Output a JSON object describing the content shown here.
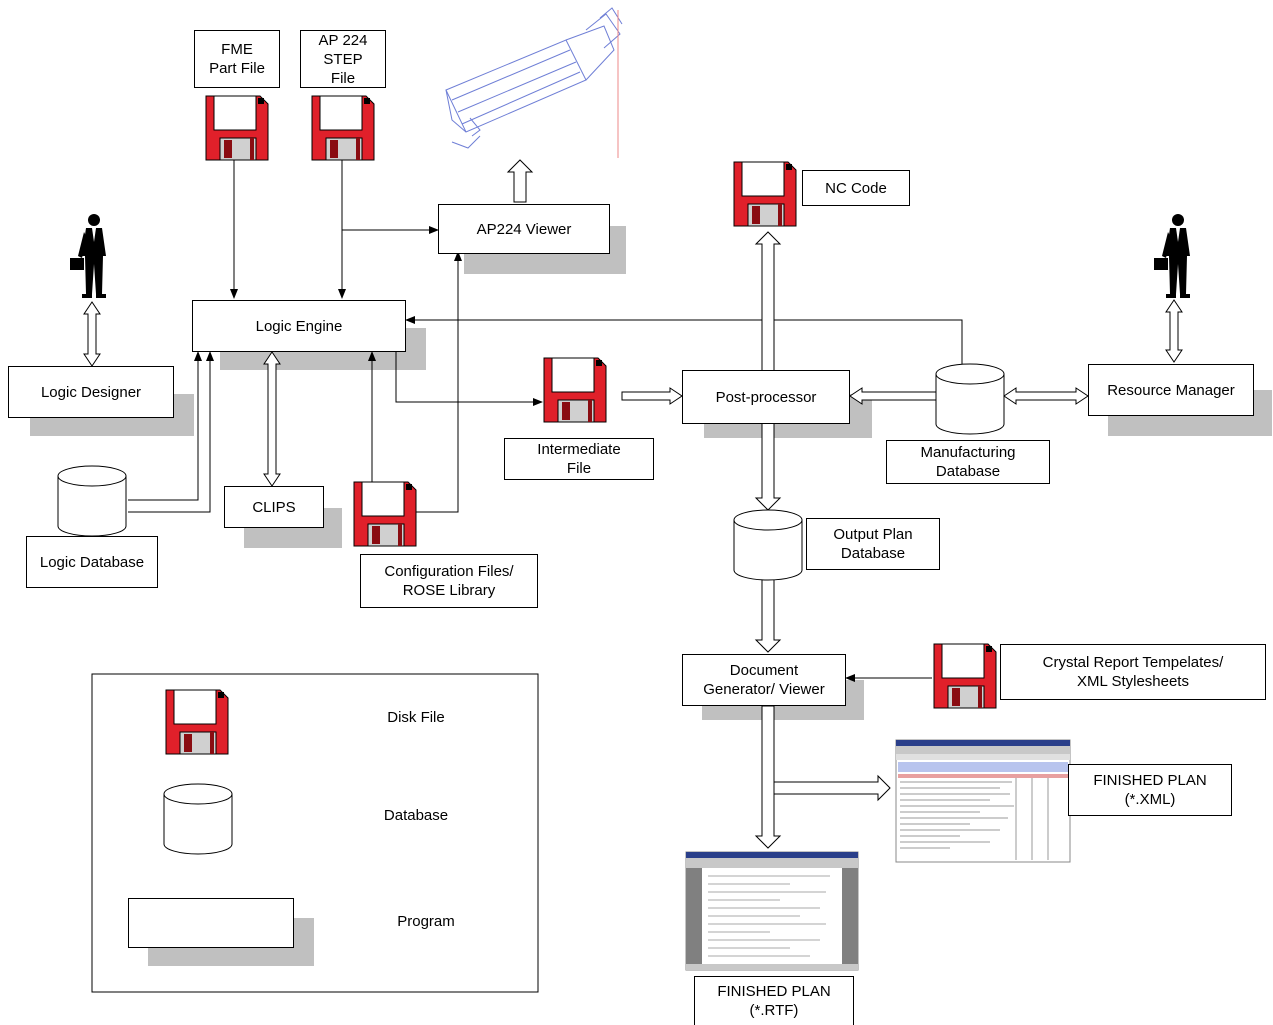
{
  "files": {
    "fme_part_file": "FME\nPart File",
    "ap224_step_file": "AP 224\nSTEP\nFile",
    "nc_code": "NC Code",
    "intermediate_file": "Intermediate\nFile",
    "configuration_files": "Configuration Files/\nROSE Library",
    "crystal_templates": "Crystal Report Tempelates/\nXML Stylesheets"
  },
  "programs": {
    "ap224_viewer": "AP224 Viewer",
    "logic_engine": "Logic Engine",
    "post_processor": "Post-processor",
    "logic_designer": "Logic Designer",
    "resource_manager": "Resource Manager",
    "clips": "CLIPS",
    "document_generator": "Document\nGenerator/ Viewer"
  },
  "databases": {
    "manufacturing": "Manufacturing\nDatabase",
    "logic": "Logic Database",
    "output_plan": "Output Plan\nDatabase"
  },
  "outputs": {
    "finished_xml": "FINISHED PLAN\n(*.XML)",
    "finished_rtf": "FINISHED PLAN\n(*.RTF)"
  },
  "legend": {
    "disk_file": "Disk File",
    "database": "Database",
    "program": "Program"
  },
  "colors": {
    "disk_red": "#e0202a",
    "shadow": "#c0c0c0",
    "wire_blue": "#6f7fd6"
  }
}
